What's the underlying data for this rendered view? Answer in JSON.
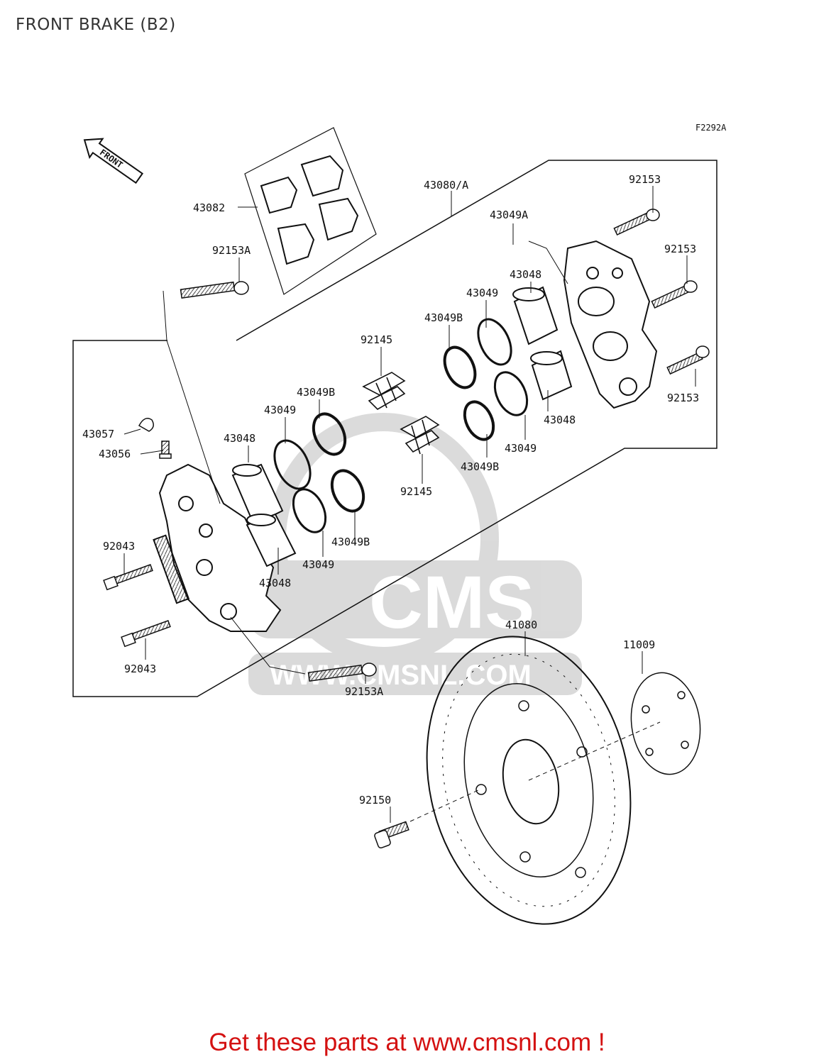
{
  "title": "FRONT BRAKE (B2)",
  "diagram_code": "F2292A",
  "front_arrow_text": "FRONT",
  "watermark": {
    "text": "CMS",
    "url_text": "WWW.CMSNL.COM"
  },
  "footer": {
    "text": "Get these parts at www.cmsnl.com !"
  },
  "callouts": {
    "c43082": "43082",
    "c43080a": "43080/A",
    "c43049a": "43049A",
    "c92153_top": "92153",
    "c92153_mid": "92153",
    "c92153_low": "92153",
    "c92153a_top": "92153A",
    "c92153a_bot": "92153A",
    "c43048_upper_r": "43048",
    "c43049_upper_r": "43049",
    "c43049b_upper_r": "43049B",
    "c92145_top": "92145",
    "c43048_lower_r": "43048",
    "c43049_lower_r": "43049",
    "c43049b_lower_r": "43049B",
    "c92145_bot": "92145",
    "c43049b_upper_l": "43049B",
    "c43049_upper_l": "43049",
    "c43048_upper_l": "43048",
    "c43057": "43057",
    "c43056": "43056",
    "c92043_top": "92043",
    "c92043_bot": "92043",
    "c43049b_lower_l": "43049B",
    "c43049_lower_l": "43049",
    "c43048_lower_l": "43048",
    "c41080": "41080",
    "c11009": "11009",
    "c92150": "92150"
  }
}
